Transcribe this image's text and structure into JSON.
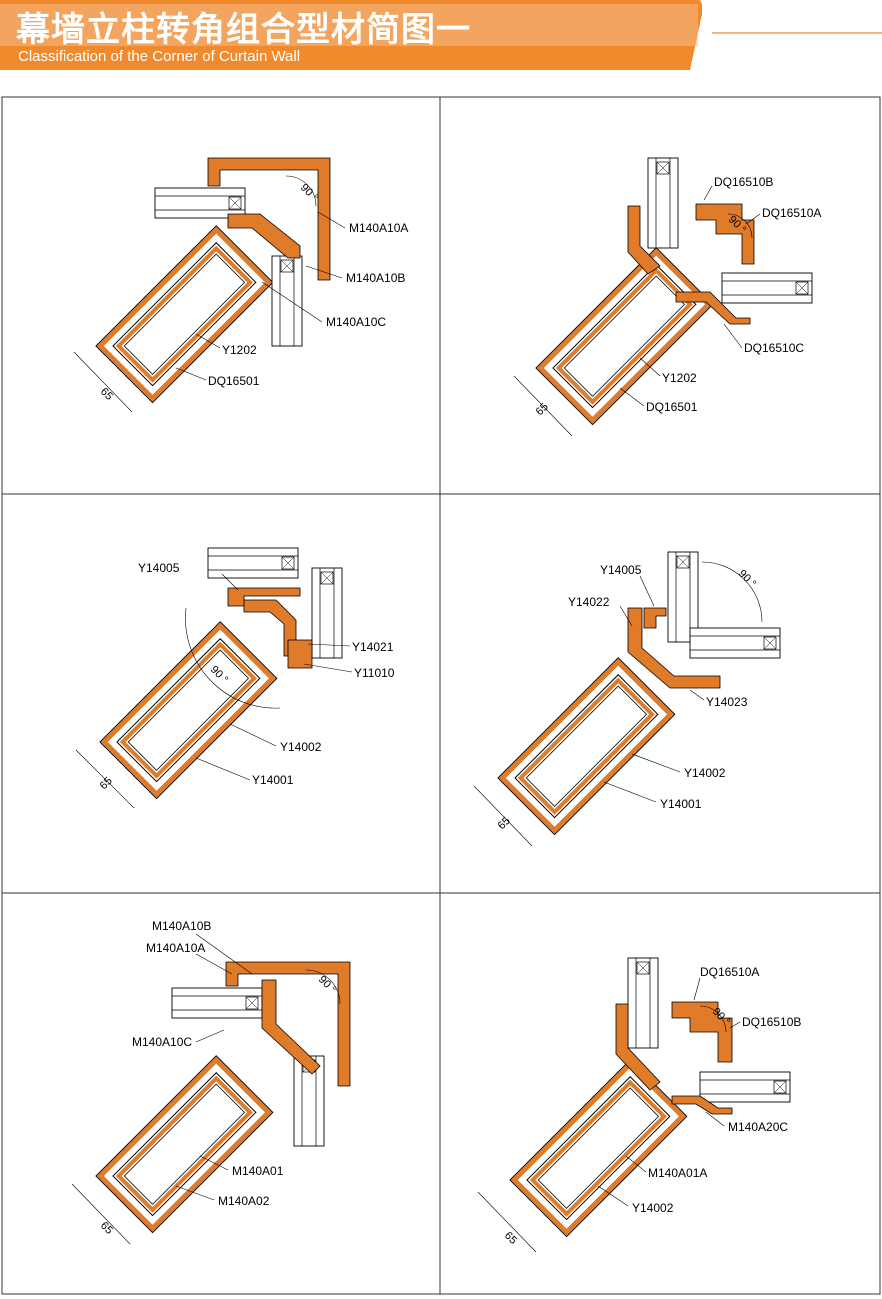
{
  "header": {
    "title_cn": "幕墙立柱转角组合型材简图一",
    "title_en": "Classification of the Corner of Curtain Wall"
  },
  "colors": {
    "profile": "#E07B2A",
    "banner": "#F08A2C",
    "banner_light": "#F6B98A"
  },
  "panels": [
    {
      "labels": [
        "M140A10A",
        "M140A10B",
        "M140A10C",
        "Y1202",
        "DQ16501"
      ],
      "dimension": "65",
      "angle": "90 °"
    },
    {
      "labels": [
        "DQ16510B",
        "DQ16510A",
        "DQ16510C",
        "Y1202",
        "DQ16501"
      ],
      "dimension": "65",
      "angle": "90 °"
    },
    {
      "labels": [
        "Y14005",
        "Y14021",
        "Y11010",
        "Y14002",
        "Y14001"
      ],
      "dimension": "65",
      "angle": "90 °"
    },
    {
      "labels": [
        "Y14005",
        "Y14022",
        "Y14023",
        "Y14002",
        "Y14001"
      ],
      "dimension": "65",
      "angle": "90 °"
    },
    {
      "labels": [
        "M140A10B",
        "M140A10A",
        "M140A10C",
        "M140A01",
        "M140A02"
      ],
      "dimension": "65",
      "angle": "90 °"
    },
    {
      "labels": [
        "DQ16510A",
        "DQ16510B",
        "M140A20C",
        "M140A01A",
        "Y14002"
      ],
      "dimension": "65",
      "angle": "90 °"
    }
  ]
}
